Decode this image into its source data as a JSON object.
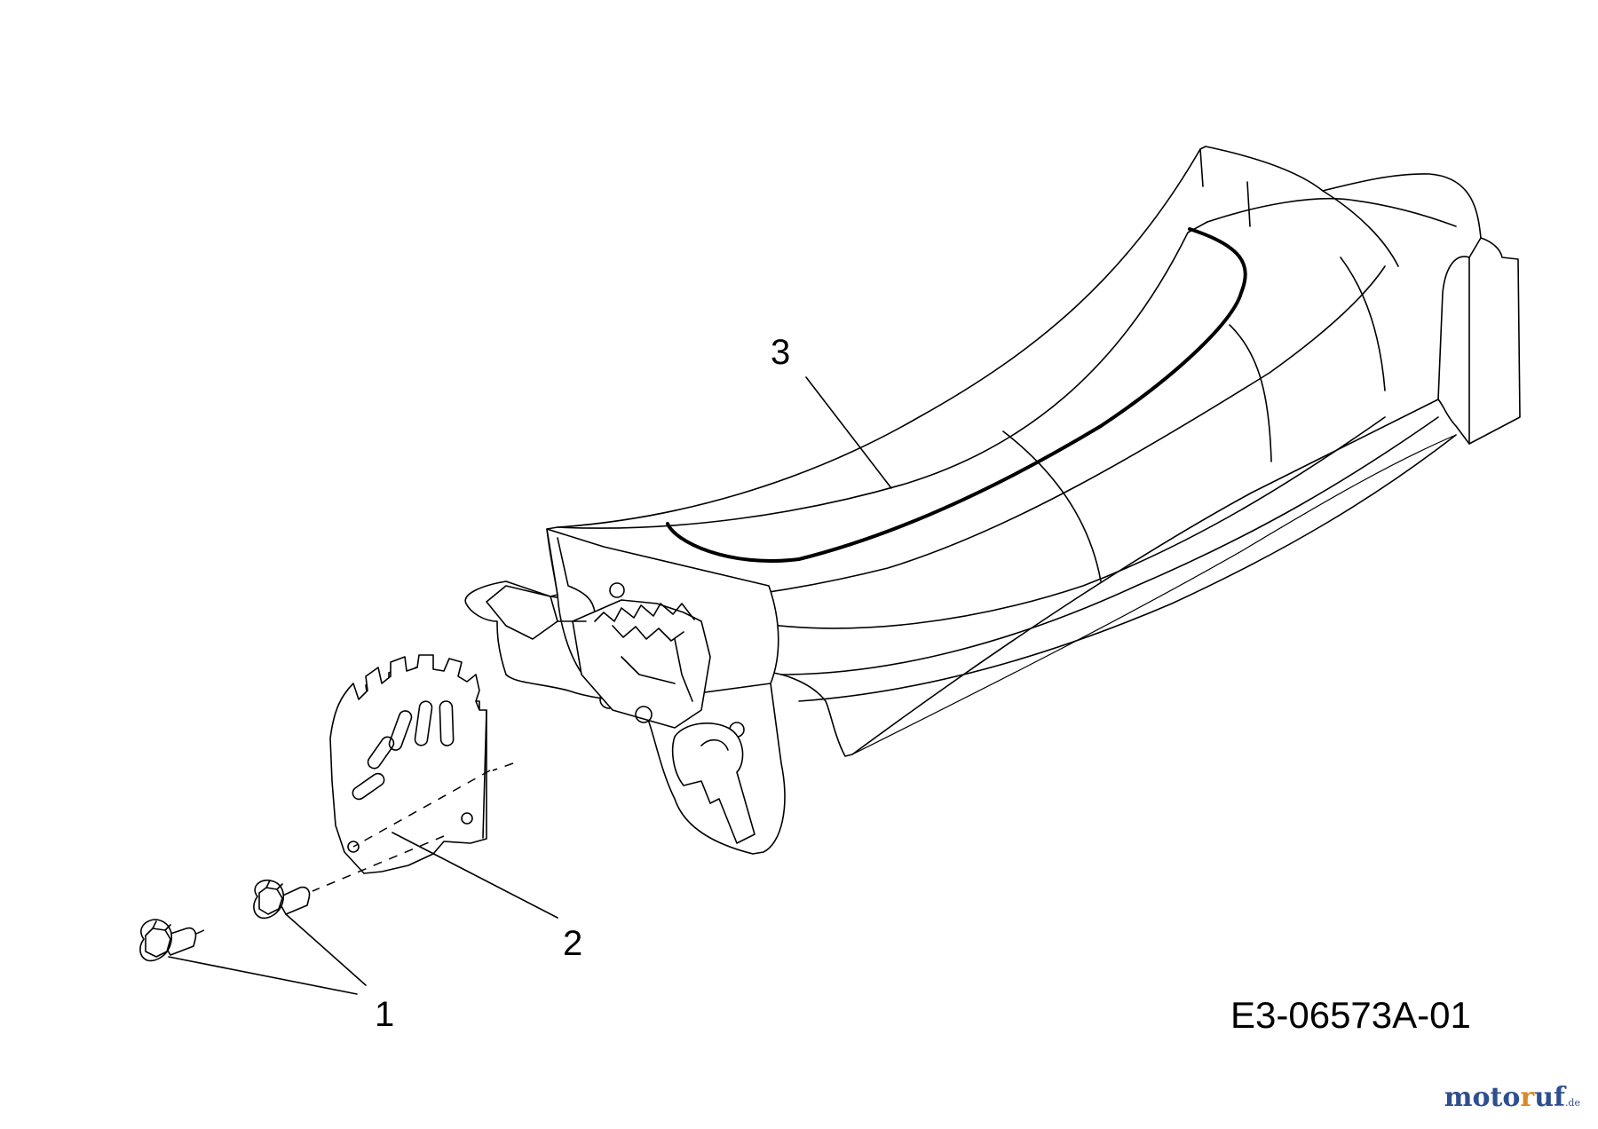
{
  "callouts": [
    {
      "number": "1"
    },
    {
      "number": "2"
    },
    {
      "number": "3"
    }
  ],
  "drawing_code": "E3-06573A-01",
  "watermark": {
    "brand_main": "motoruf",
    "brand_suffix": ".de",
    "colors": {
      "main": "#2e4f8f",
      "accent": "#d7892a"
    }
  }
}
